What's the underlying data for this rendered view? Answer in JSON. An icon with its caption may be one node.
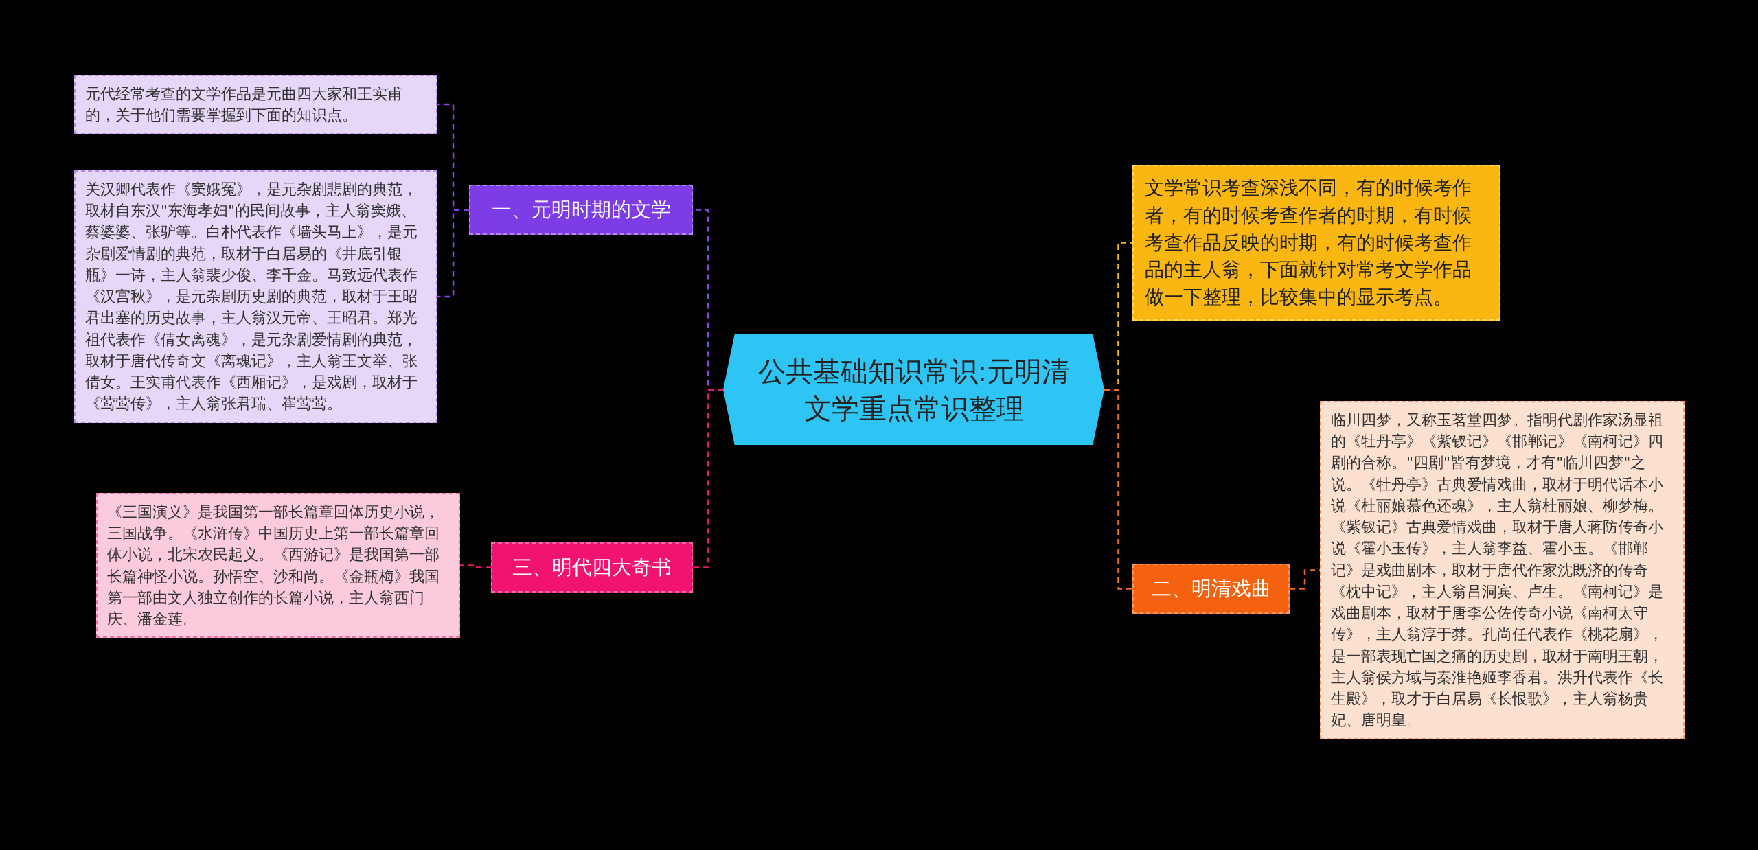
{
  "diagram": {
    "nodes": [
      {
        "text": [
          "公共基础知识常识:元明清文学重点常识整理"
        ]
      },
      {
        "text": [
          "一、元明时期的文学"
        ]
      },
      {
        "text": [
          "元代经常考查的文学作品是元曲四大家和王实甫的，关于他们需要掌握到下面的知识点。"
        ]
      },
      {
        "text": [
          "关汉卿代表作《窦娥冤》，是元杂剧悲剧的典范，取材自东汉\"东海孝妇\"的民间故事，主人翁窦娥、蔡婆婆、张驴等。白朴代表作《墙头马上》，是元杂剧爱情剧的典范，取材于白居易的《井底引银瓶》一诗，主人翁裴少俊、李千金。马致远代表作《汉宫秋》，是元杂剧历史剧的典范，取材于王昭君出塞的历史故事，主人翁汉元帝、王昭君。郑光祖代表作《倩女离魂》，是元杂剧爱情剧的典范，取材于唐代传奇文《离魂记》，主人翁王文举、张倩女。王实甫代表作《西厢记》，是戏剧，取材于《莺莺传》，主人翁张君瑞、崔莺莺。"
        ]
      },
      {
        "text": [
          "三、明代四大奇书"
        ]
      },
      {
        "text": [
          "《三国演义》是我国第一部长篇章回体历史小说，三国战争。《水浒传》中国历史上第一部长篇章回体小说，北宋农民起义。《西游记》是我国第一部长篇神怪小说。孙悟空、沙和尚。《金瓶梅》我国第一部由文人独立创作的长篇小说，主人翁西门庆、潘金莲。"
        ]
      },
      {
        "text": [
          "文学常识考查深浅不同，有的时候考作者，有的时候考查作者的时期，有时候考查作品反映的时期，有的时候考查作品的主人翁，下面就针对常考文学作品做一下整理，比较集中的显示考点。"
        ]
      },
      {
        "text": [
          "二、明清戏曲"
        ]
      },
      {
        "text": [
          "临川四梦，又称玉茗堂四梦。指明代剧作家汤显祖的《牡丹亭》《紫钗记》《邯郸记》《南柯记》四剧的合称。\"四剧\"皆有梦境，才有\"临川四梦\"之说。《牡丹亭》古典爱情戏曲，取材于明代话本小说《杜丽娘慕色还魂》，主人翁杜丽娘、柳梦梅。《紫钗记》古典爱情戏曲，取材于唐人蒋防传奇小说《霍小玉传》，主人翁李益、霍小玉。《邯郸记》是戏曲剧本，取材于唐代作家沈既济的传奇《枕中记》，主人翁吕洞宾、卢生。《南柯记》是戏曲剧本，取材于唐李公佐传奇小说《南柯太守传》，主人翁淳于棼。孔尚任代表作《桃花扇》，是一部表现亡国之痛的历史剧，取材于南明王朝，主人翁侯方域与秦淮艳姬李香君。洪升代表作《长生殿》，取才于白居易《长恨歌》，主人翁杨贵妃、唐明皇。"
        ]
      }
    ],
    "edges": [
      {
        "from": 0,
        "to": 1,
        "arrow": "none",
        "style": "dashed",
        "color": "#8a43e6"
      },
      {
        "from": 1,
        "to": 2,
        "arrow": "none",
        "style": "dashed",
        "color": "#8a43e6"
      },
      {
        "from": 1,
        "to": 3,
        "arrow": "none",
        "style": "dashed",
        "color": "#8a43e6"
      },
      {
        "from": 0,
        "to": 4,
        "arrow": "none",
        "style": "dashed",
        "color": "#e8176f"
      },
      {
        "from": 4,
        "to": 5,
        "arrow": "none",
        "style": "dashed",
        "color": "#e8176f"
      },
      {
        "from": 0,
        "to": 6,
        "arrow": "none",
        "style": "dashed",
        "color": "#f5b915"
      },
      {
        "from": 0,
        "to": 7,
        "arrow": "none",
        "style": "dashed",
        "color": "#f26b1d"
      },
      {
        "from": 7,
        "to": 8,
        "arrow": "none",
        "style": "dashed",
        "color": "#f26b1d"
      }
    ]
  }
}
